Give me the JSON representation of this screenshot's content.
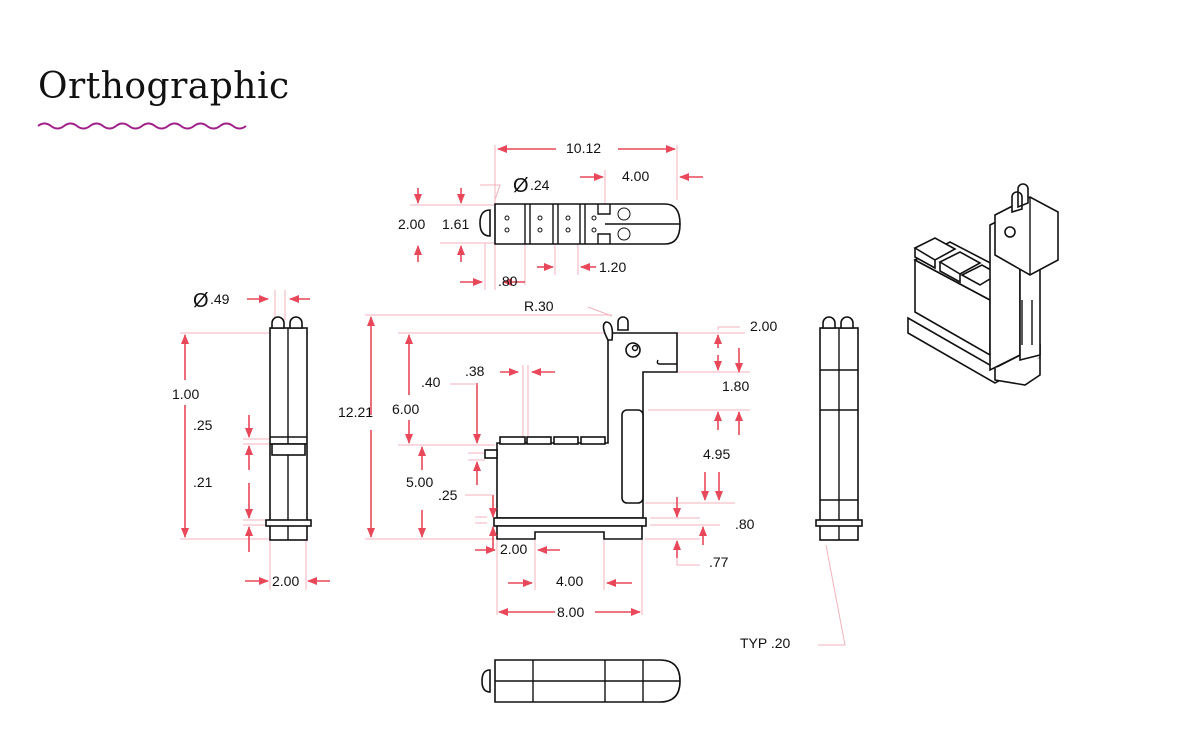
{
  "title": "Orthographic",
  "colors": {
    "dimension": "#e8485a",
    "extension": "#f3b3bb",
    "wave": "#a0208a",
    "outline": "#111111"
  },
  "top_view": {
    "overall": "10.12",
    "dia_prefix": "Ø",
    "dia": ".24",
    "head": "4.00",
    "height": "2.00",
    "inner": "1.61",
    "slot": ".80",
    "pitch": "1.20"
  },
  "left_view": {
    "dia_prefix": "Ø",
    "dia": ".49",
    "height": "1.00",
    "a": ".25",
    "b": ".21",
    "width": "2.00"
  },
  "front_view": {
    "radius": "R.30",
    "total": "12.21",
    "upper": "6.00",
    "lower": "5.00",
    "gap": ".40",
    "block": ".38",
    "plate": ".25",
    "head_h": "2.00",
    "neck": "1.80",
    "panel": "4.95",
    "base": ".80",
    "foot": ".77",
    "step": "2.00",
    "notch": "4.00",
    "width": "8.00"
  },
  "right_view": {
    "note": "TYP .20"
  }
}
